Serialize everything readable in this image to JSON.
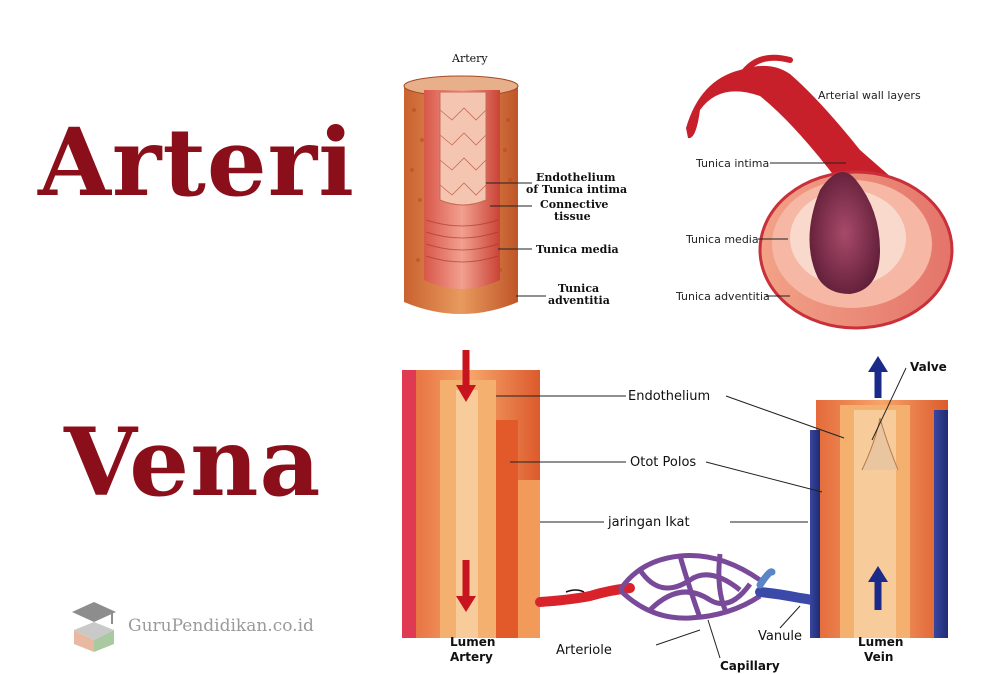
{
  "titles": {
    "arteri": "Arteri",
    "vena": "Vena"
  },
  "artery_panel": {
    "heading": "Artery",
    "labels": {
      "endothelium_1": "Endothelium",
      "endothelium_2": "of Tunica intima",
      "connective_1": "Connective",
      "connective_2": "tissue",
      "media": "Tunica media",
      "adventitia_1": "Tunica",
      "adventitia_2": "adventitia"
    }
  },
  "wall_panel": {
    "heading": "Arterial wall layers",
    "labels": {
      "intima": "Tunica intima",
      "media": "Tunica media",
      "adventitia": "Tunica adventitia"
    }
  },
  "vessel_panel": {
    "labels": {
      "endothelium": "Endothelium",
      "otot_polos": "Otot Polos",
      "jaringan_ikat": "jaringan Ikat",
      "valve": "Valve",
      "lumen_left": "Lumen",
      "artery": "Artery",
      "arteriole": "Arteriole",
      "capillary": "Capillary",
      "vanule": "Vanule",
      "lumen_right": "Lumen",
      "vein": "Vein"
    }
  },
  "watermark": {
    "text": "GuruPendidikan.co.id",
    "icon": "graduation-cap-box-icon"
  },
  "colors": {
    "title": "#8b0f1a",
    "artery_red": "#d9232b",
    "vein_blue": "#2e3a8c",
    "capillary_purple": "#7a4a9a"
  }
}
